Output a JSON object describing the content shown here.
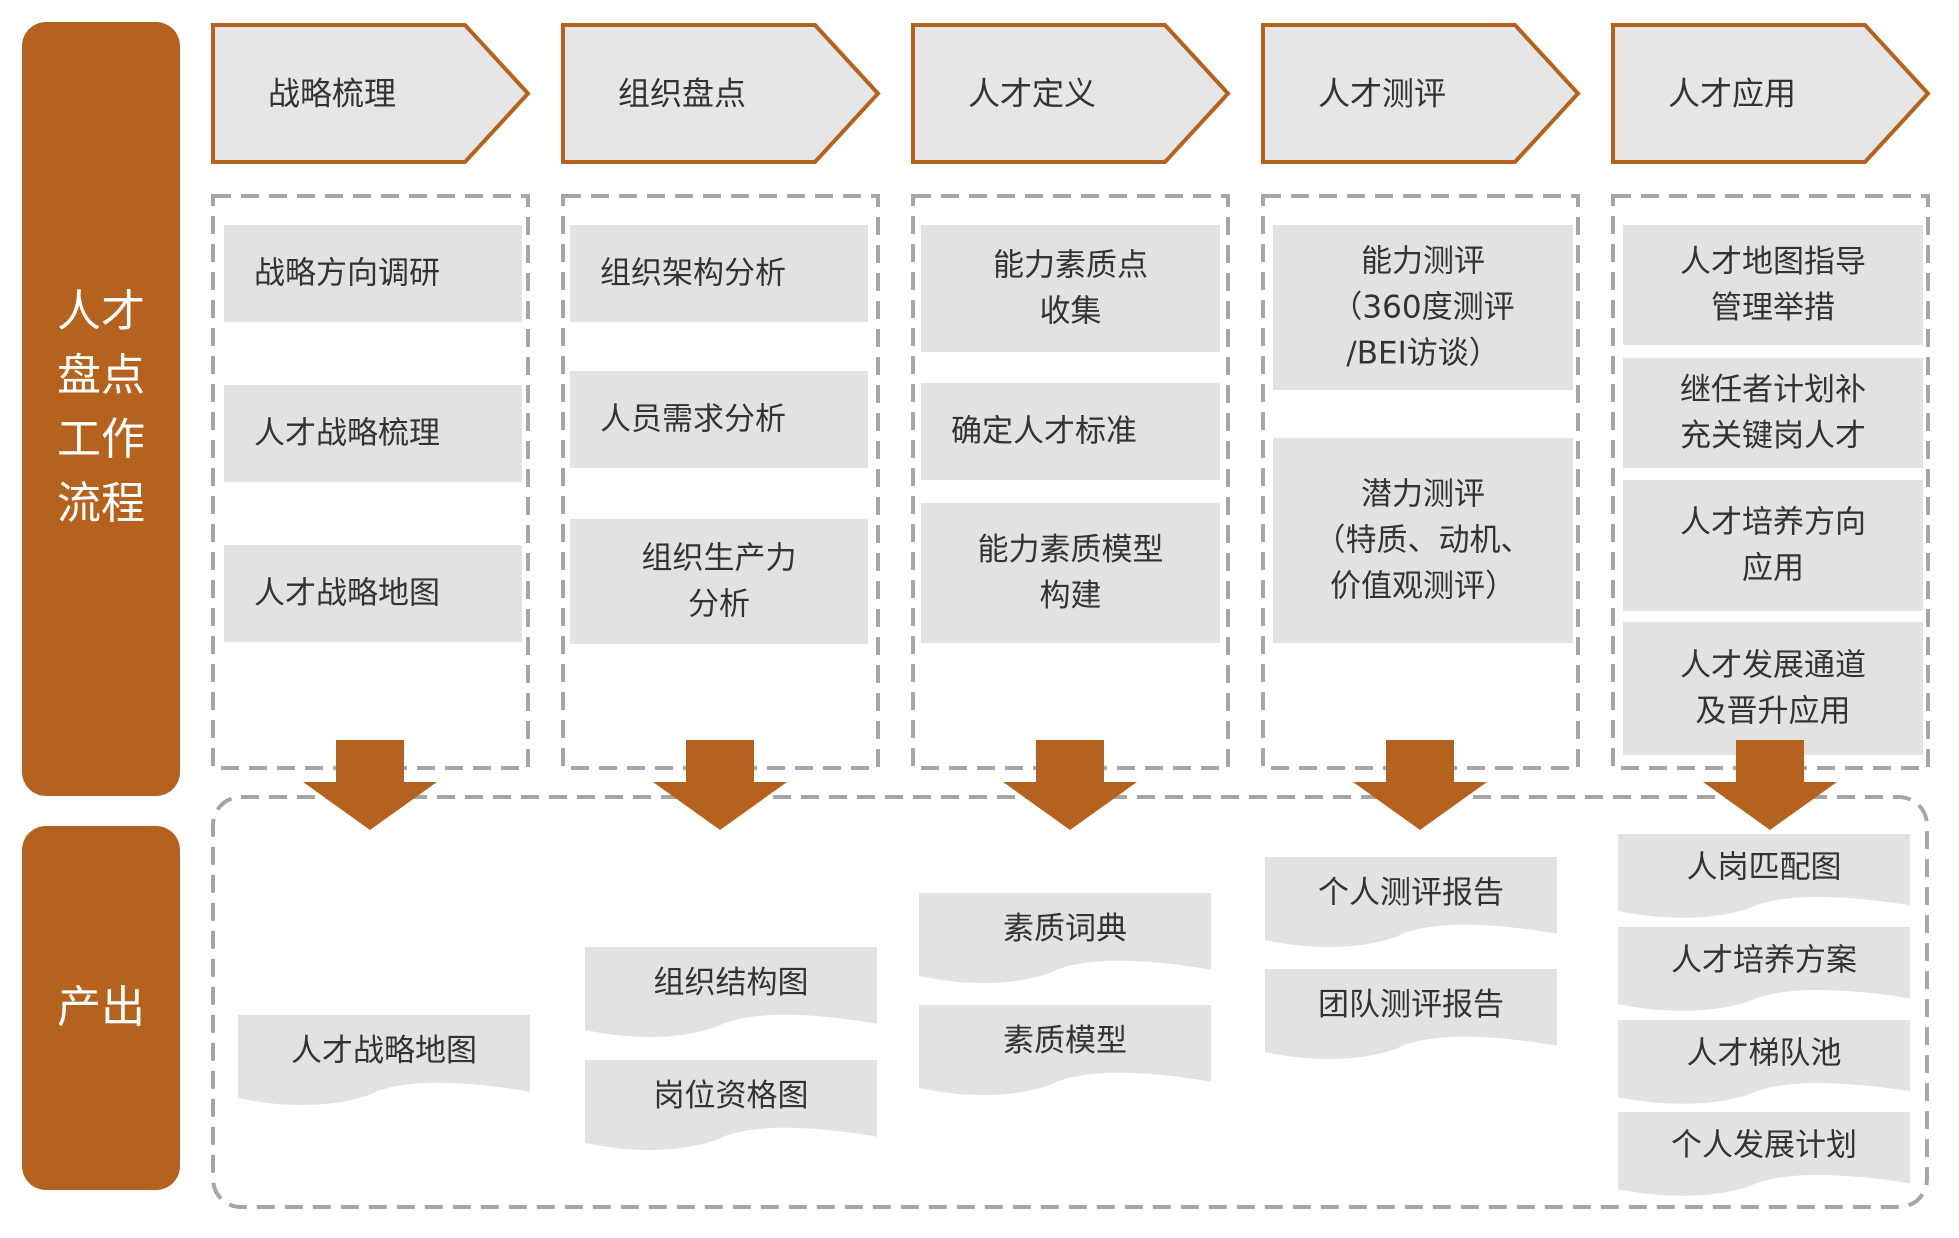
{
  "side_labels": {
    "process": [
      "人才",
      "盘点",
      "工作",
      "流程"
    ],
    "output": "产出"
  },
  "steps": [
    "战略梳理",
    "组织盘点",
    "人才定义",
    "人才测评",
    "人才应用"
  ],
  "process_items": [
    [
      [
        "战略方向调研"
      ],
      [
        "人才战略梳理"
      ],
      [
        "人才战略地图"
      ]
    ],
    [
      [
        "组织架构分析"
      ],
      [
        "人员需求分析"
      ],
      [
        "组织生产力",
        "分析"
      ]
    ],
    [
      [
        "能力素质点",
        "收集"
      ],
      [
        "确定人才标准"
      ],
      [
        "能力素质模型",
        "构建"
      ]
    ],
    [
      [
        "能力测评",
        "（360度测评",
        "/BEI访谈）"
      ],
      [
        "潜力测评",
        "（特质、动机、",
        "价值观测评）"
      ]
    ],
    [
      [
        "人才地图指导",
        "管理举措"
      ],
      [
        "继任者计划补",
        "充关键岗人才"
      ],
      [
        "人才培养方向",
        "应用"
      ],
      [
        "人才发展通道",
        "及晋升应用"
      ]
    ]
  ],
  "outputs": [
    [
      "人才战略地图"
    ],
    [
      "组织结构图",
      "岗位资格图"
    ],
    [
      "素质词典",
      "素质模型"
    ],
    [
      "个人测评报告",
      "团队测评报告"
    ],
    [
      "人岗匹配图",
      "人才培养方案",
      "人才梯队池",
      "个人发展计划"
    ]
  ],
  "colors": {
    "accent": "#B5621E",
    "box_fill": "#E2E2E2",
    "step_fill": "#E6E6E6",
    "dash": "#A6A6A6",
    "text": "#333333"
  }
}
